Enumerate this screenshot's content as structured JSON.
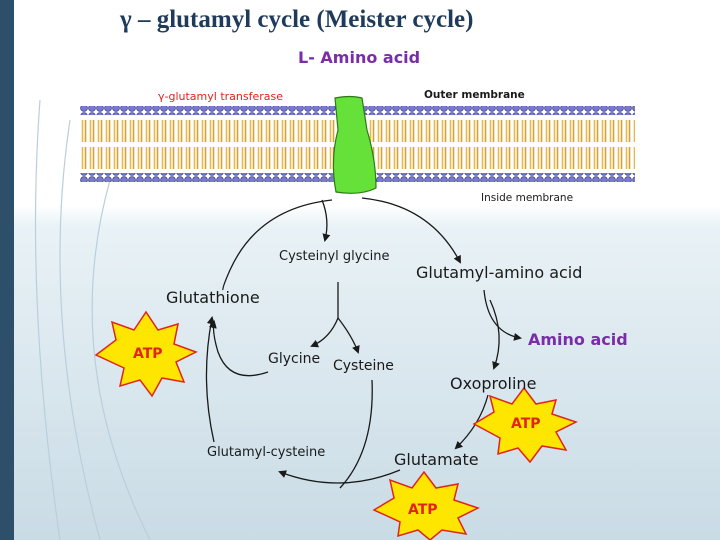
{
  "title": "γ – glutamyl cycle (Meister cycle)",
  "membrane": {
    "enzyme_label": "γ-glutamyl transferase",
    "outer_label": "Outer membrane",
    "inside_label": "Inside membrane",
    "input_label": "L-  Amino acid"
  },
  "cycle": {
    "cysteinyl_glycine": "Cysteinyl glycine",
    "glutamyl_amino_acid": "Glutamyl-amino acid",
    "glutathione": "Glutathione",
    "amino_acid_out": "Amino acid",
    "glycine": "Glycine",
    "cysteine": "Cysteine",
    "oxoproline": "Oxoproline",
    "glutamyl_cysteine": "Glutamyl-cysteine",
    "glutamate": "Glutamate"
  },
  "atp": {
    "left": "ATP",
    "right": "ATP",
    "bottom": "ATP"
  },
  "colors": {
    "title": "#1f3b5c",
    "membrane_head": "#7a7ad0",
    "membrane_tail": "#e8b84a",
    "channel": "#66e13a",
    "atp_fill": "#ffe600",
    "atp_text": "#e0241b",
    "amino_acid_purple": "#7a2da8"
  }
}
